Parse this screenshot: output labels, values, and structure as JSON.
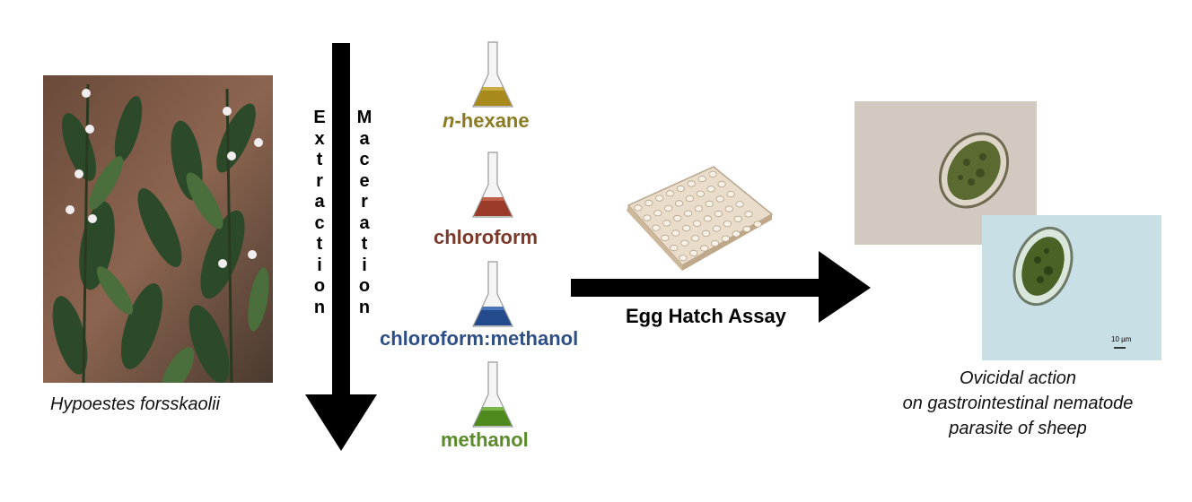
{
  "plant": {
    "caption": "Hypoestes forsskaolii"
  },
  "process": {
    "extraction_letters": [
      "E",
      "x",
      "t",
      "r",
      "a",
      "c",
      "t",
      "i",
      "o",
      "n"
    ],
    "maceration_letters": [
      "M",
      "a",
      "c",
      "e",
      "r",
      "a",
      "t",
      "i",
      "o",
      "n"
    ]
  },
  "solvents": {
    "hexane": {
      "prefix": "n",
      "name": "-hexane",
      "color": "#8a7a22"
    },
    "chloroform": {
      "label": "chloroform",
      "color": "#7a3a2b"
    },
    "chloroform_methanol": {
      "label": "chloroform:methanol",
      "color": "#2e4e86"
    },
    "methanol": {
      "label": "methanol",
      "color": "#5a8a2a"
    }
  },
  "assay": {
    "label": "Egg Hatch Assay"
  },
  "result": {
    "lines": [
      "Ovicidal action",
      "on gastrointestinal nematode",
      "parasite of sheep"
    ],
    "scale_label": "10 µm"
  }
}
